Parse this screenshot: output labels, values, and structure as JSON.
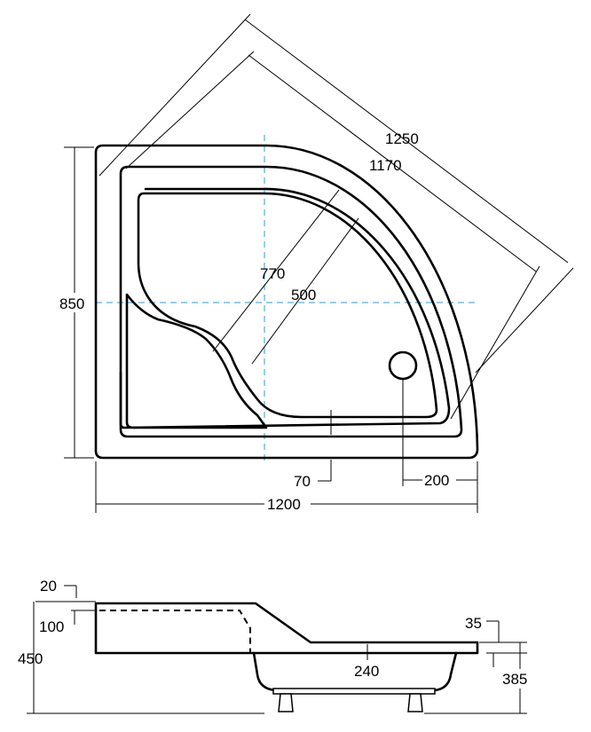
{
  "colors": {
    "outline": "#000000",
    "axis_lines": "#3399cc",
    "background": "#ffffff"
  },
  "plan_view": {
    "outer_diagonal": "1250",
    "inner_diagonal": "1170",
    "height": "850",
    "seat_length": "770",
    "basin_depth": "500",
    "rim_offset": "70",
    "drain_offset": "200",
    "width": "1200"
  },
  "side_view": {
    "top_rim": "20",
    "seat_height": "100",
    "total_height": "450",
    "rim_thickness": "35",
    "inner_width": "240",
    "base_height": "385"
  }
}
